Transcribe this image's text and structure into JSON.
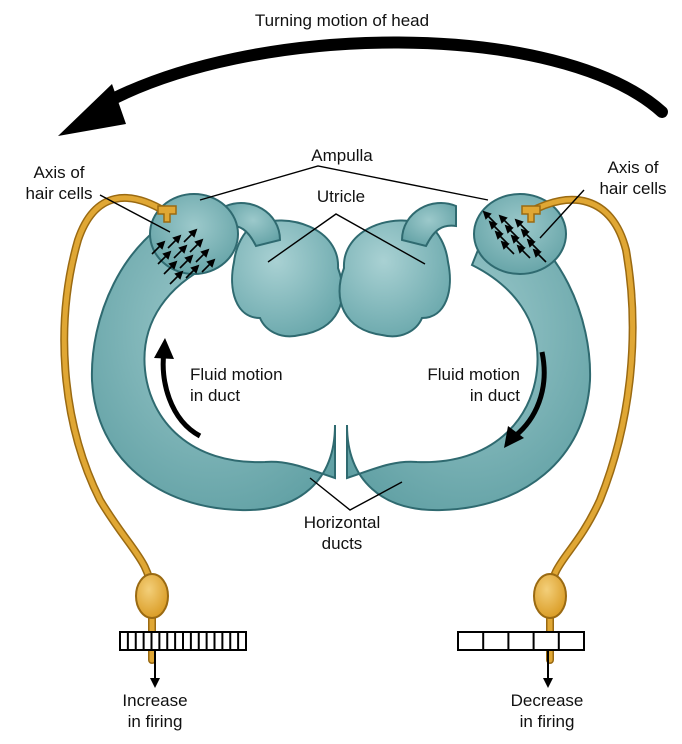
{
  "labels": {
    "head_motion": "Turning motion of head",
    "ampulla": "Ampulla",
    "utricle": "Utricle",
    "axis_left_1": "Axis of",
    "axis_left_2": "hair cells",
    "axis_right_1": "Axis of",
    "axis_right_2": "hair cells",
    "fluid_left_1": "Fluid motion",
    "fluid_left_2": "in duct",
    "fluid_right_1": "Fluid motion",
    "fluid_right_2": "in duct",
    "ducts_1": "Horizontal",
    "ducts_2": "ducts",
    "increase_1": "Increase",
    "increase_2": "in firing",
    "decrease_1": "Decrease",
    "decrease_2": "in firing"
  },
  "firing": {
    "left_ticks": 16,
    "right_ticks": 5
  },
  "colors": {
    "duct_fill": "#5f9fa3",
    "duct_stroke": "#2f6a70",
    "nerve": "#e0a734",
    "nerve_stroke": "#9a6a12",
    "arrow": "#000000"
  },
  "icons": {
    "head_arrow": "curved-arrow-left-icon",
    "fluid_left": "curved-arrow-up-icon",
    "fluid_right": "curved-arrow-down-icon"
  }
}
